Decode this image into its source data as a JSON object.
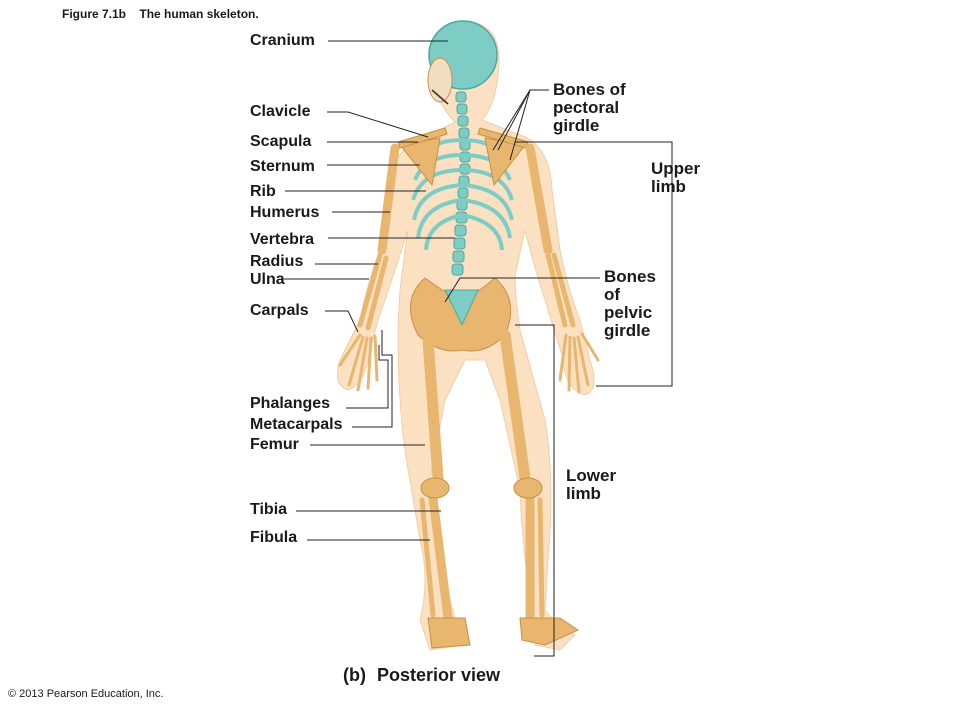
{
  "figure": {
    "number": "Figure 7.1b",
    "title": "The human skeleton.",
    "panel": "(b)",
    "view": "Posterior view",
    "copyright": "© 2013 Pearson Education, Inc."
  },
  "labels": {
    "cranium": "Cranium",
    "clavicle": "Clavicle",
    "scapula": "Scapula",
    "sternum": "Sternum",
    "rib": "Rib",
    "humerus": "Humerus",
    "vertebra": "Vertebra",
    "radius": "Radius",
    "ulna": "Ulna",
    "carpals": "Carpals",
    "phalanges": "Phalanges",
    "metacarpals": "Metacarpals",
    "femur": "Femur",
    "tibia": "Tibia",
    "fibula": "Fibula"
  },
  "groups": {
    "pectoral": "Bones of\npectoral\ngirdle",
    "upper_limb": "Upper\nlimb",
    "pelvic": "Bones\nof\npelvic\ngirdle",
    "lower_limb": "Lower\nlimb"
  },
  "colors": {
    "bone": "#e8b66f",
    "bone_dark": "#c98f45",
    "skin": "#fbe1c2",
    "axial": "#7ecdc5",
    "axial_dark": "#4ea89f",
    "line": "#222222"
  }
}
